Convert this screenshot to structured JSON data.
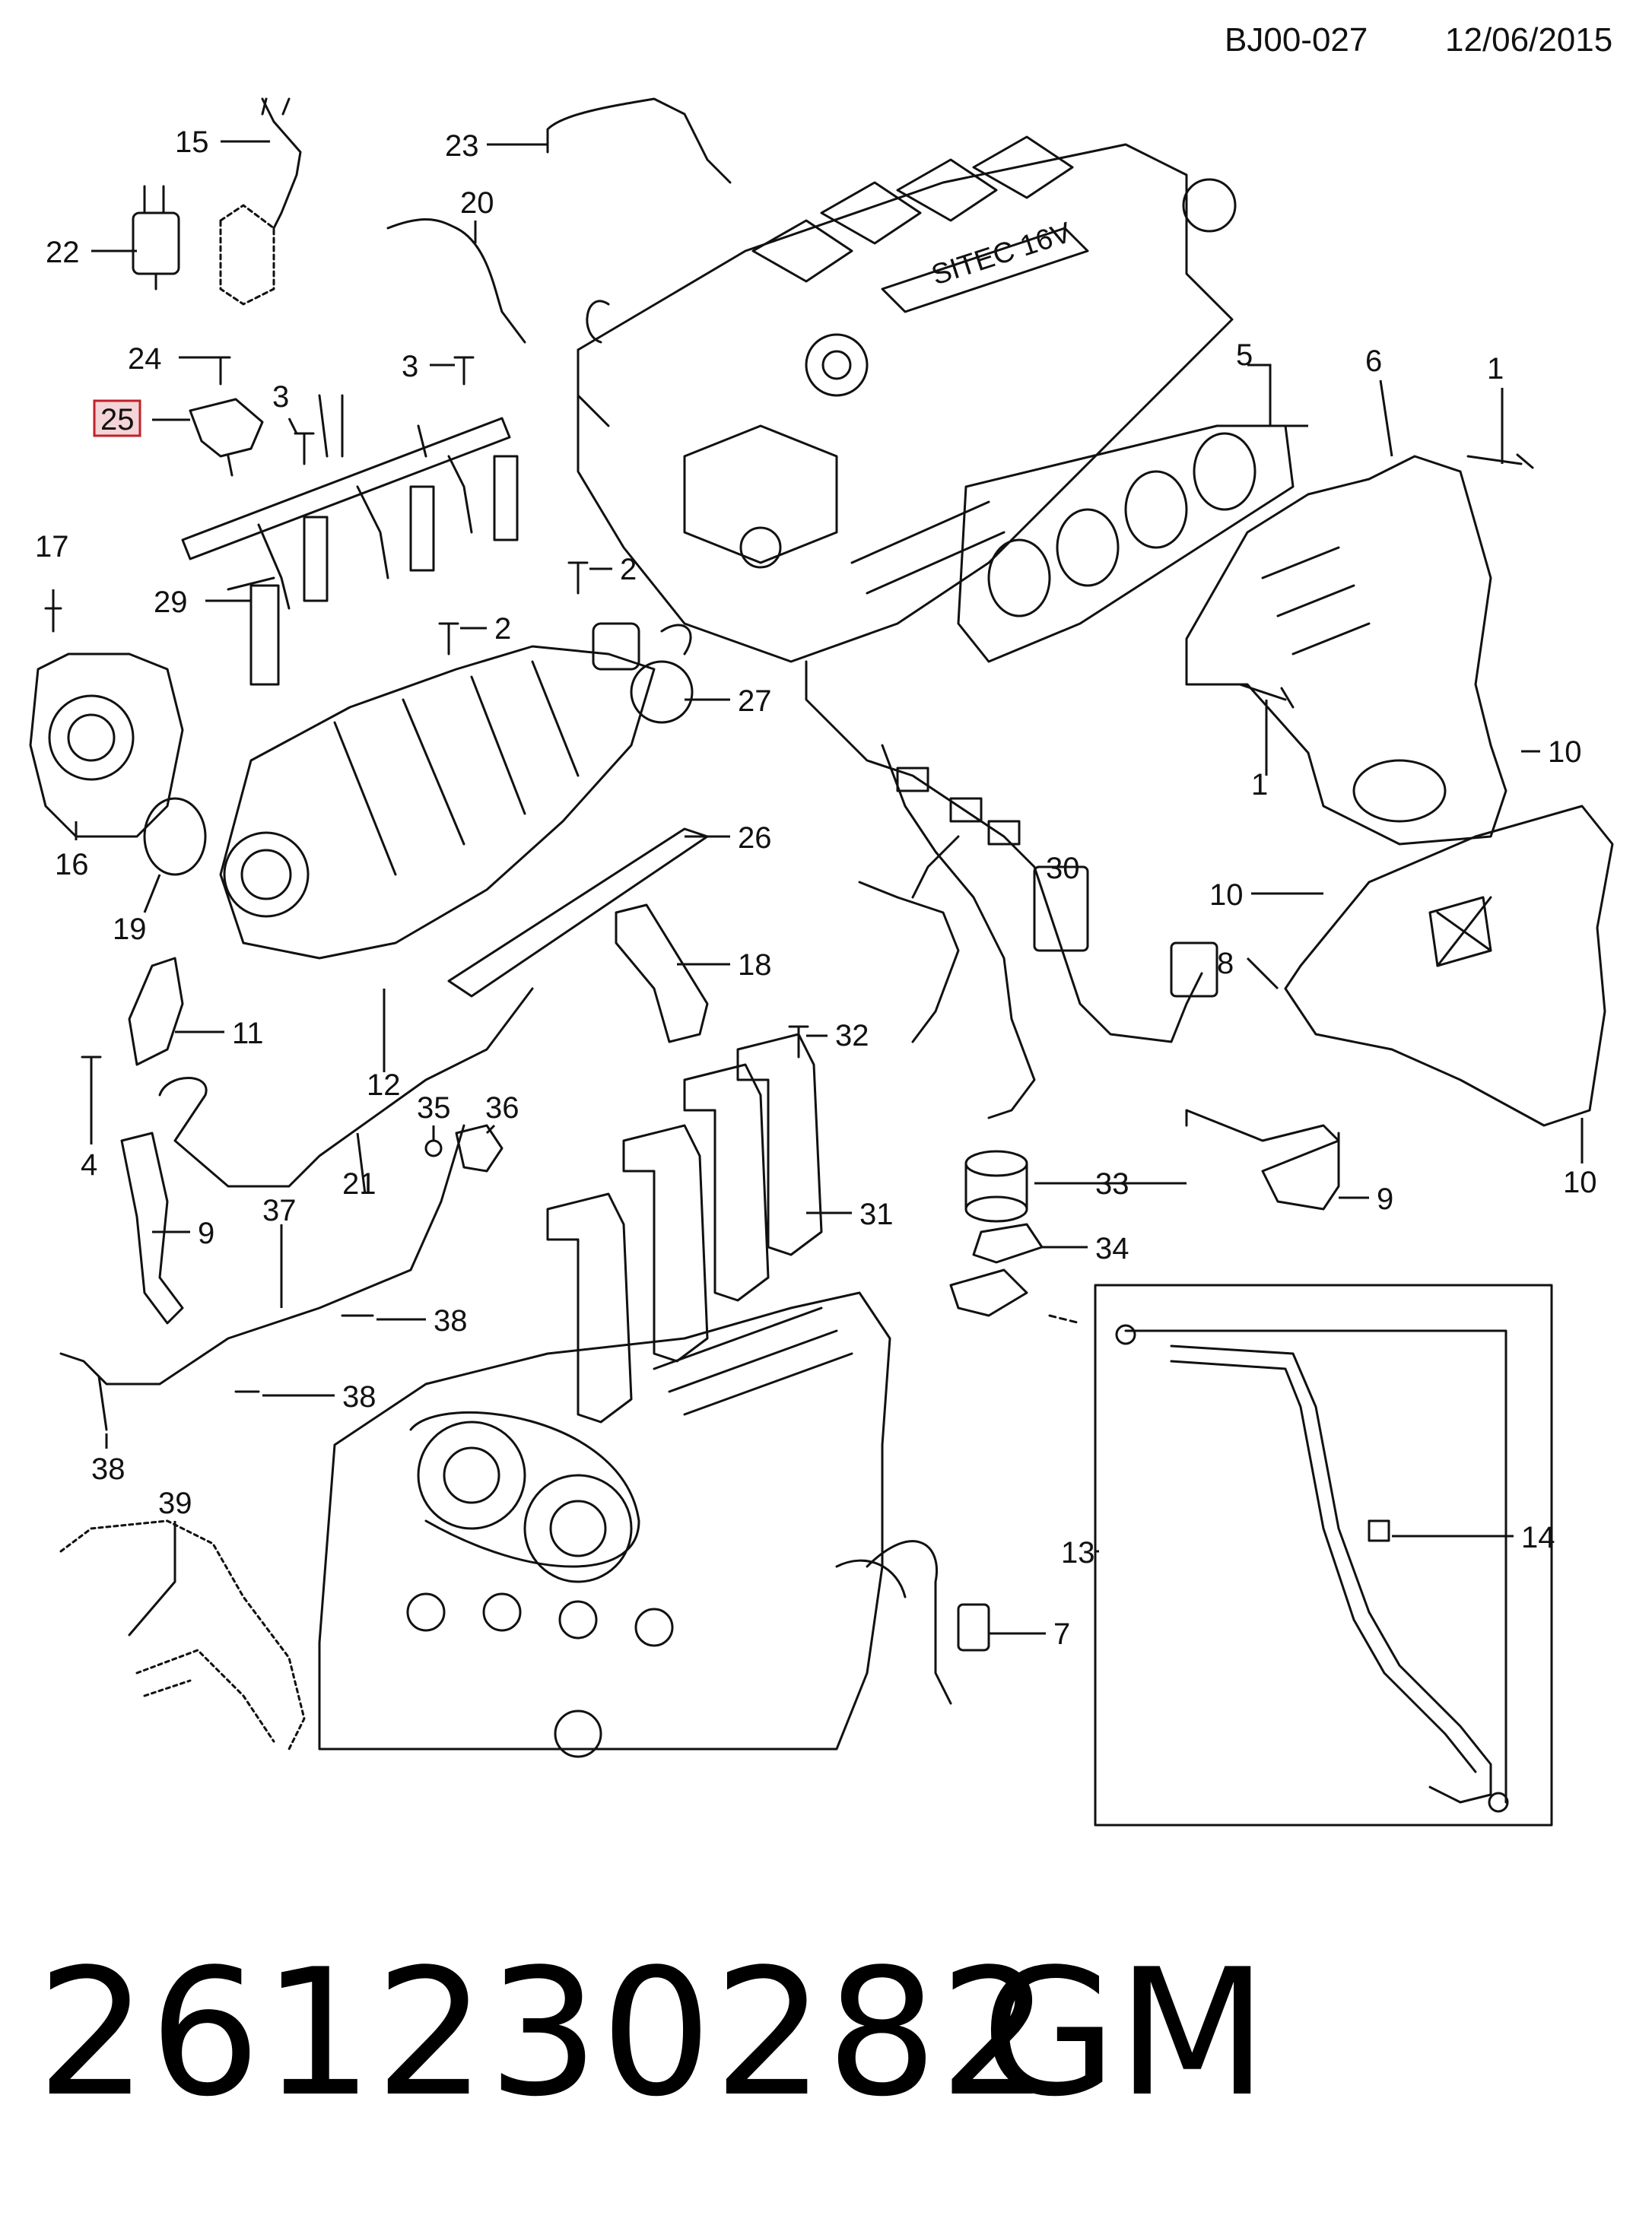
{
  "header": {
    "doc_id": "BJ00-027",
    "date": "12/06/2015"
  },
  "footer": {
    "part_number": "261230282",
    "brand": "GM"
  },
  "highlighted_callout": "25",
  "colors": {
    "line": "#111111",
    "highlight_fill": "#f4d4d6",
    "highlight_stroke": "#c0202a"
  },
  "callouts": {
    "c1a": "1",
    "c1b": "1",
    "c2a": "2",
    "c2b": "2",
    "c3a": "3",
    "c3b": "3",
    "c4": "4",
    "c5": "5",
    "c6": "6",
    "c7": "7",
    "c8": "8",
    "c9a": "9",
    "c9b": "9",
    "c10a": "10",
    "c10b": "10",
    "c10c": "10",
    "c11": "11",
    "c12": "12",
    "c13": "13",
    "c14": "14",
    "c15": "15",
    "c16": "16",
    "c17": "17",
    "c18": "18",
    "c19": "19",
    "c20": "20",
    "c21": "21",
    "c22": "22",
    "c23": "23",
    "c24": "24",
    "c25": "25",
    "c26": "26",
    "c27": "27",
    "c29": "29",
    "c30": "30",
    "c31": "31",
    "c32": "32",
    "c33": "33",
    "c34": "34",
    "c35": "35",
    "c36": "36",
    "c37": "37",
    "c38a": "38",
    "c38b": "38",
    "c38c": "38",
    "c39": "39"
  }
}
